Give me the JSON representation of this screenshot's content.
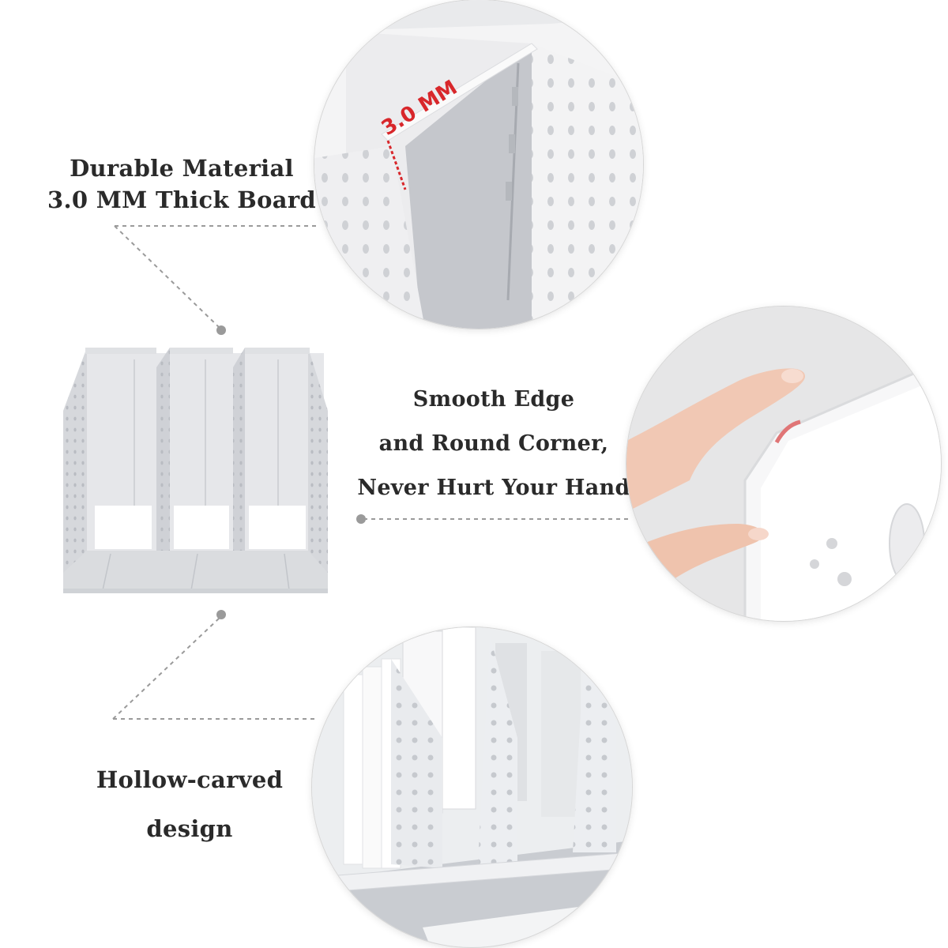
{
  "features": {
    "material": {
      "lines": [
        "Durable Material",
        "3.0 MM Thick Board"
      ]
    },
    "edge": {
      "lines": [
        "Smooth Edge",
        "and Round Corner,",
        "Never Hurt Your Hand"
      ]
    },
    "design": {
      "lines": [
        "Hollow-carved",
        "design"
      ]
    }
  },
  "callouts": {
    "thickness_mark": "3.0 MM"
  },
  "colors": {
    "text": "#2a2a2a",
    "accent_red": "#d8272b",
    "product_gray": "#d4d6da",
    "connector": "#9a9a9a"
  }
}
